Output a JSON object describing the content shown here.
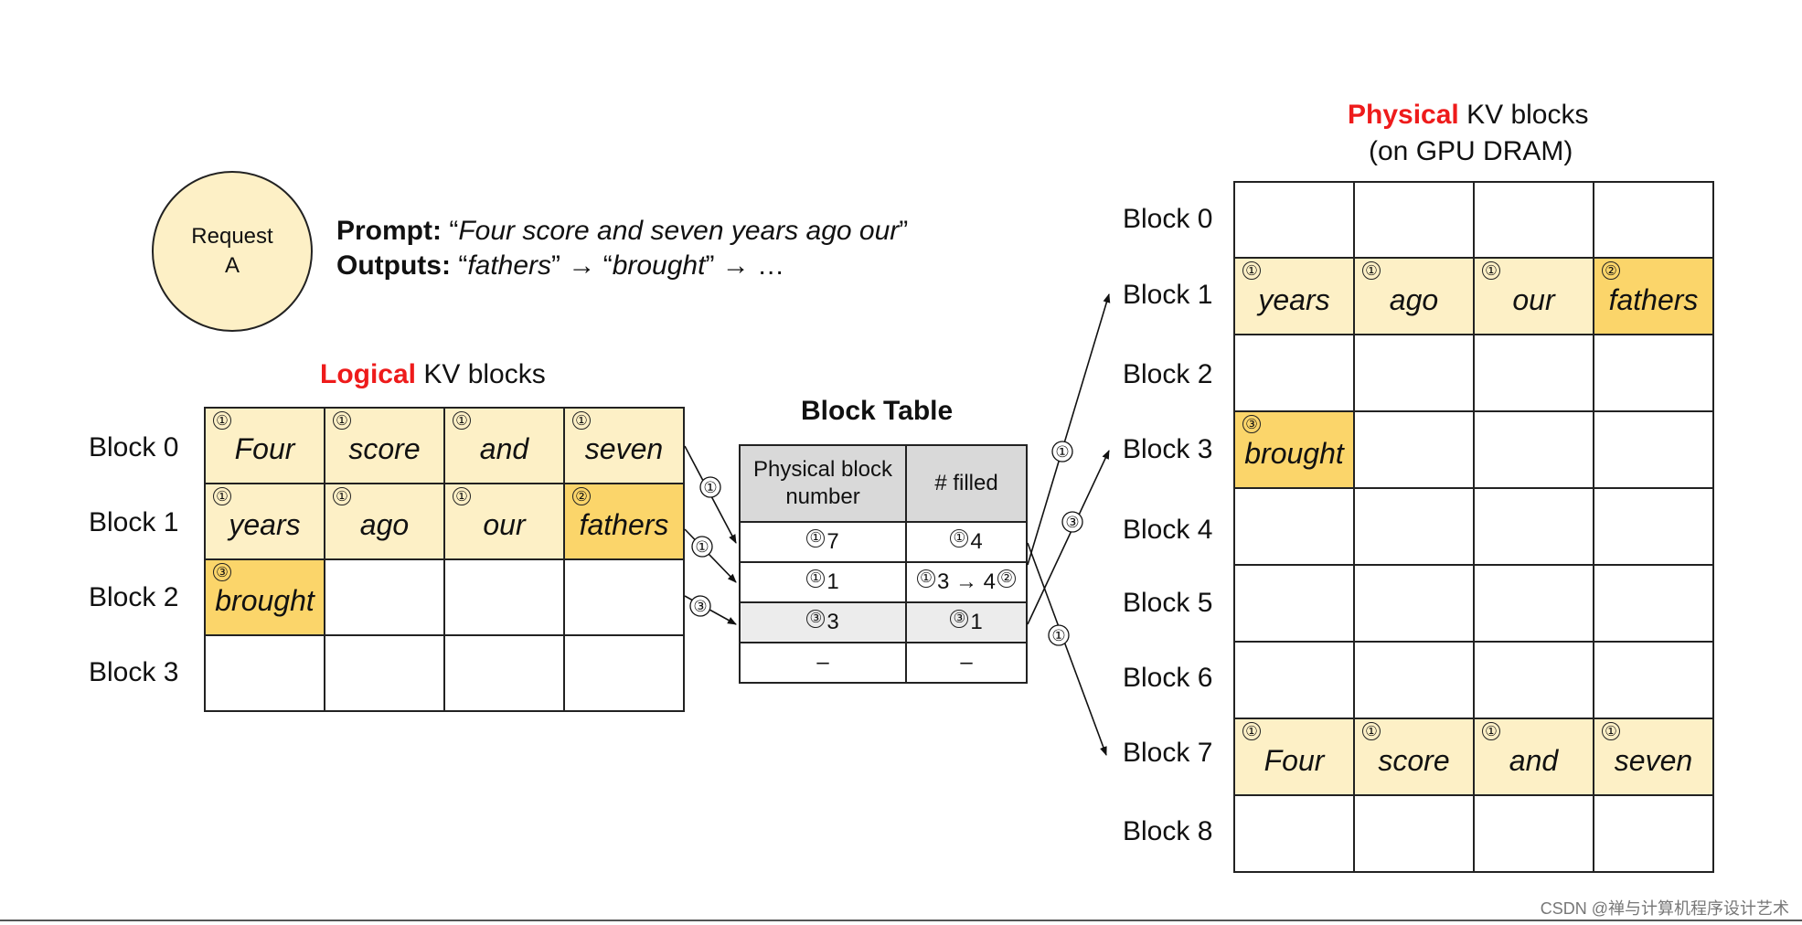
{
  "request": {
    "line1": "Request",
    "line2": "A"
  },
  "prompt": {
    "label": "Prompt:",
    "open_quote": "“",
    "text": "Four score and seven years ago our",
    "close_quote": "”"
  },
  "outputs": {
    "label": "Outputs:",
    "q1": "“",
    "w1": "fathers",
    "q2": "” → “",
    "w2": "brought",
    "q3": "” → …"
  },
  "logical": {
    "title_highlight": "Logical",
    "title_rest": " KV blocks",
    "row_labels": [
      "Block 0",
      "Block 1",
      "Block 2",
      "Block 3"
    ],
    "rows": [
      [
        {
          "n": "①",
          "w": "Four"
        },
        {
          "n": "①",
          "w": "score"
        },
        {
          "n": "①",
          "w": "and"
        },
        {
          "n": "①",
          "w": "seven"
        }
      ],
      [
        {
          "n": "①",
          "w": "years"
        },
        {
          "n": "①",
          "w": "ago"
        },
        {
          "n": "①",
          "w": "our"
        },
        {
          "n": "②",
          "w": "fathers"
        }
      ],
      [
        {
          "n": "③",
          "w": "brought"
        },
        {
          "n": "",
          "w": ""
        },
        {
          "n": "",
          "w": ""
        },
        {
          "n": "",
          "w": ""
        }
      ],
      [
        {
          "n": "",
          "w": ""
        },
        {
          "n": "",
          "w": ""
        },
        {
          "n": "",
          "w": ""
        },
        {
          "n": "",
          "w": ""
        }
      ]
    ]
  },
  "block_table": {
    "title": "Block Table",
    "headers": [
      "Physical block number",
      "# filled"
    ],
    "rows": [
      {
        "pn": "①",
        "pv": "7",
        "fn": "①",
        "fv": "4",
        "fn2": ""
      },
      {
        "pn": "①",
        "pv": "1",
        "fn": "①",
        "fv": "3 → 4",
        "fn2": "②"
      },
      {
        "pn": "③",
        "pv": "3",
        "fn": "③",
        "fv": "1",
        "fn2": ""
      },
      {
        "pn": "",
        "pv": "–",
        "fn": "",
        "fv": "–",
        "fn2": ""
      }
    ]
  },
  "physical": {
    "title_highlight": "Physical",
    "title_rest": " KV blocks",
    "subtitle": "(on GPU DRAM)",
    "row_labels": [
      "Block 0",
      "Block 1",
      "Block 2",
      "Block 3",
      "Block 4",
      "Block 5",
      "Block 6",
      "Block 7",
      "Block 8"
    ],
    "rows": [
      [
        {
          "n": "",
          "w": ""
        },
        {
          "n": "",
          "w": ""
        },
        {
          "n": "",
          "w": ""
        },
        {
          "n": "",
          "w": ""
        }
      ],
      [
        {
          "n": "①",
          "w": "years"
        },
        {
          "n": "①",
          "w": "ago"
        },
        {
          "n": "①",
          "w": "our"
        },
        {
          "n": "②",
          "w": "fathers"
        }
      ],
      [
        {
          "n": "",
          "w": ""
        },
        {
          "n": "",
          "w": ""
        },
        {
          "n": "",
          "w": ""
        },
        {
          "n": "",
          "w": ""
        }
      ],
      [
        {
          "n": "③",
          "w": "brought"
        },
        {
          "n": "",
          "w": ""
        },
        {
          "n": "",
          "w": ""
        },
        {
          "n": "",
          "w": ""
        }
      ],
      [
        {
          "n": "",
          "w": ""
        },
        {
          "n": "",
          "w": ""
        },
        {
          "n": "",
          "w": ""
        },
        {
          "n": "",
          "w": ""
        }
      ],
      [
        {
          "n": "",
          "w": ""
        },
        {
          "n": "",
          "w": ""
        },
        {
          "n": "",
          "w": ""
        },
        {
          "n": "",
          "w": ""
        }
      ],
      [
        {
          "n": "",
          "w": ""
        },
        {
          "n": "",
          "w": ""
        },
        {
          "n": "",
          "w": ""
        },
        {
          "n": "",
          "w": ""
        }
      ],
      [
        {
          "n": "①",
          "w": "Four"
        },
        {
          "n": "①",
          "w": "score"
        },
        {
          "n": "①",
          "w": "and"
        },
        {
          "n": "①",
          "w": "seven"
        }
      ],
      [
        {
          "n": "",
          "w": ""
        },
        {
          "n": "",
          "w": ""
        },
        {
          "n": "",
          "w": ""
        },
        {
          "n": "",
          "w": ""
        }
      ]
    ]
  },
  "arrow_labels": [
    "①",
    "①",
    "③",
    "①",
    "③",
    "①"
  ],
  "colors": {
    "highlight_red": "#ee1b1b",
    "filled_light": "#fdf0c6",
    "filled_dark": "#fbd56a",
    "table_header": "#d9d9d9"
  },
  "watermark": "CSDN @禅与计算机程序设计艺术"
}
